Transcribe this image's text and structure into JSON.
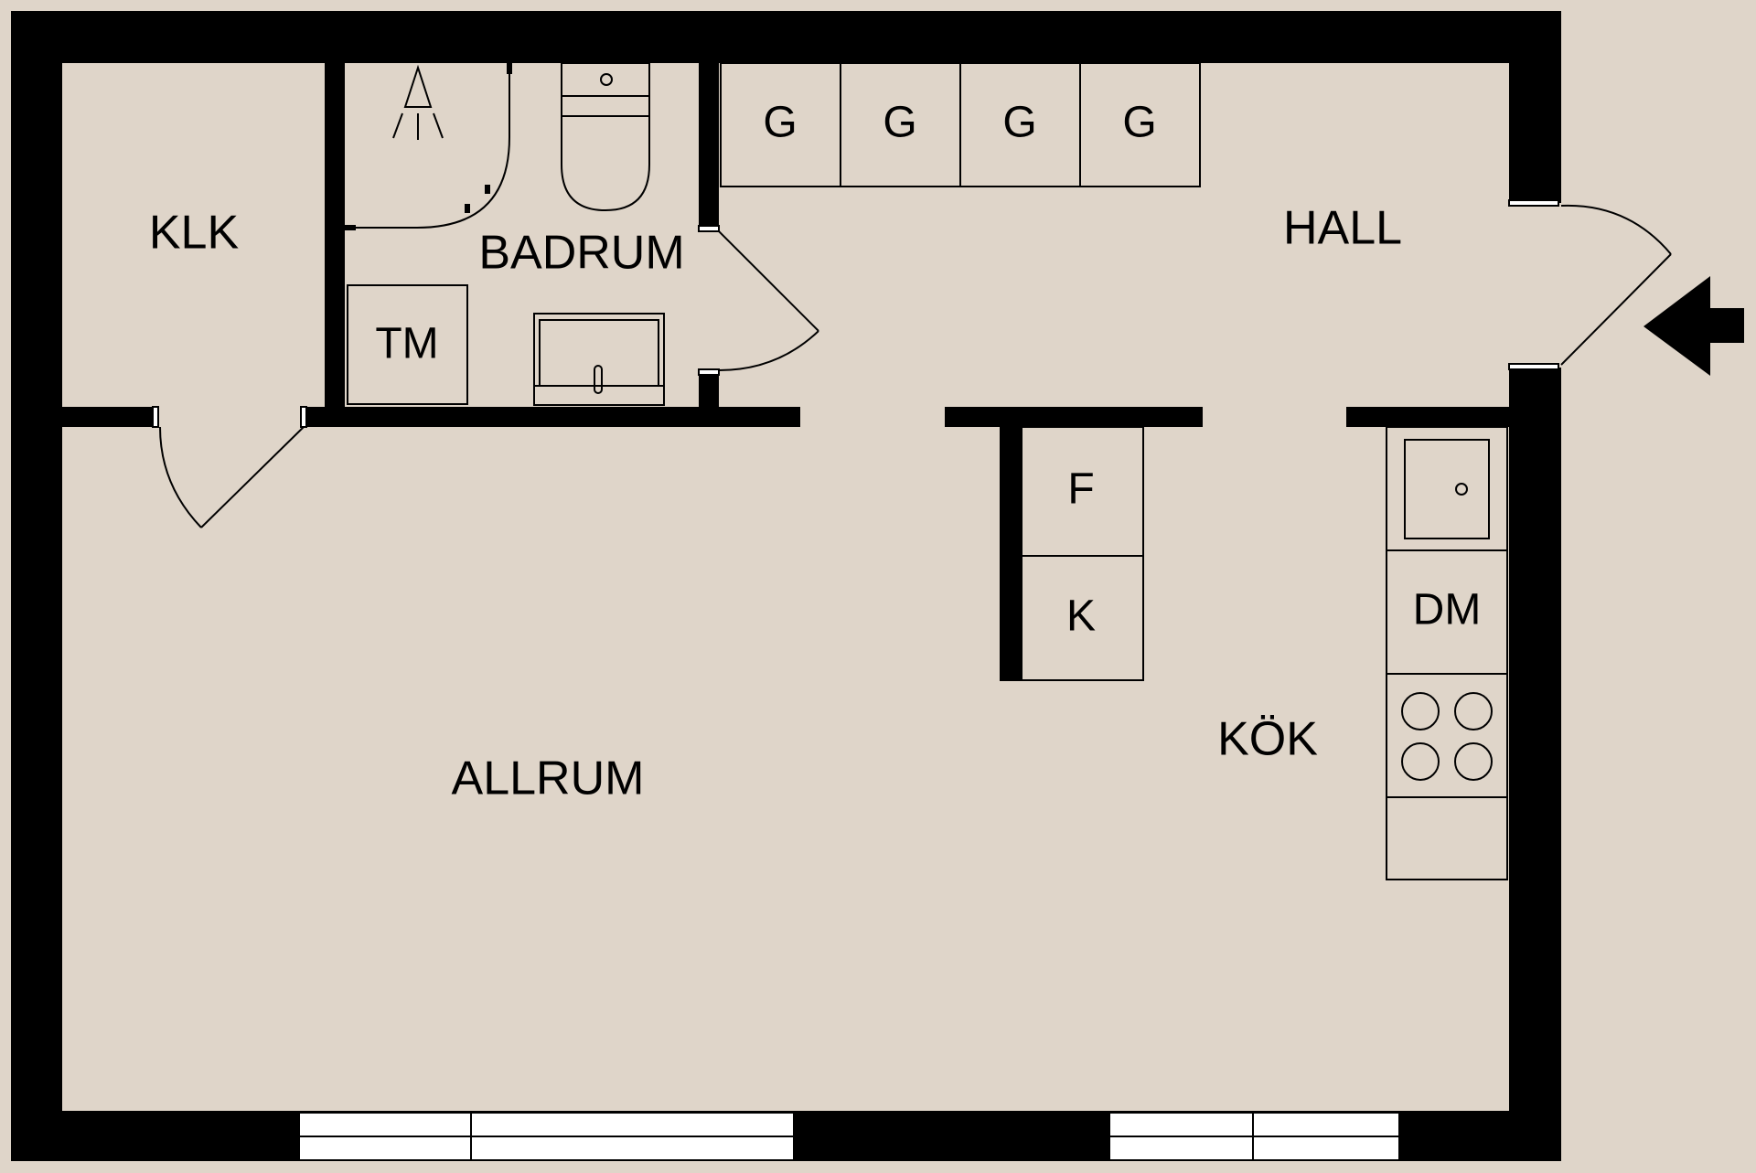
{
  "colors": {
    "floor": "#dfd5c9",
    "wall": "#000000",
    "line": "#000000",
    "window_fill": "#ffffff"
  },
  "rooms": {
    "klk": "KLK",
    "badrum": "BADRUM",
    "hall": "HALL",
    "allrum": "ALLRUM",
    "kok": "KÖK"
  },
  "fixtures": {
    "wardrobes": [
      "G",
      "G",
      "G",
      "G"
    ],
    "washing_machine": "TM",
    "freezer": "F",
    "fridge": "K",
    "dishwasher": "DM"
  },
  "icons": {
    "entrance": "entrance-arrow-icon",
    "shower": "shower-icon",
    "toilet": "toilet-icon",
    "sink": "sink-icon",
    "stove": "stove-icon"
  }
}
